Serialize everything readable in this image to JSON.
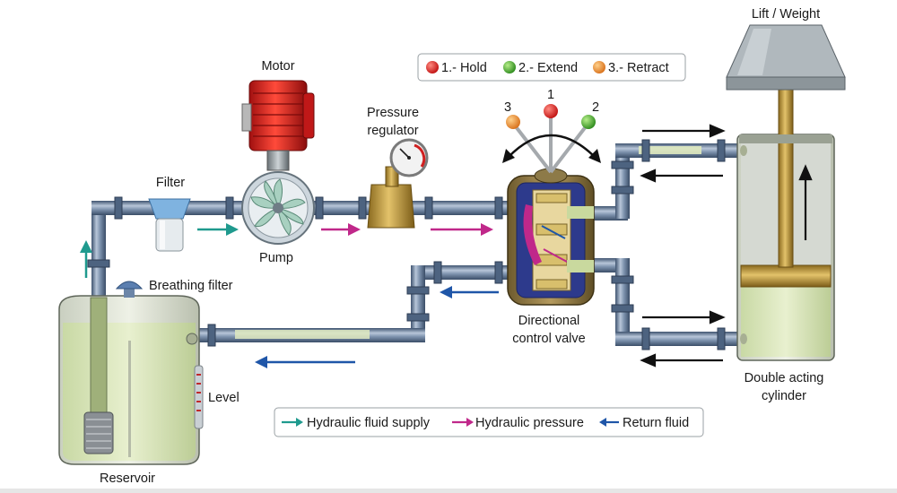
{
  "labels": {
    "motor": "Motor",
    "filter": "Filter",
    "pump": "Pump",
    "pressure_regulator_line1": "Pressure",
    "pressure_regulator_line2": "regulator",
    "breathing_filter": "Breathing filter",
    "level": "Level",
    "reservoir": "Reservoir",
    "dcv_line1": "Directional",
    "dcv_line2": "control valve",
    "lift_weight": "Lift / Weight",
    "cylinder_line1": "Double acting",
    "cylinder_line2": "cylinder"
  },
  "positions_legend": [
    {
      "text": "1.- Hold",
      "color": "#e02020"
    },
    {
      "text": "2.- Extend",
      "color": "#3aa02a"
    },
    {
      "text": "3.- Retract",
      "color": "#f08a20"
    }
  ],
  "lever_numbers": [
    "3",
    "1",
    "2"
  ],
  "flow_legend": [
    {
      "text": "Hydraulic fluid supply",
      "color": "#1f9a8e"
    },
    {
      "text": "Hydraulic pressure",
      "color": "#c0288a"
    },
    {
      "text": "Return fluid",
      "color": "#1f56a8"
    }
  ],
  "colors": {
    "pipe": "#5d7390",
    "pipe_light": "#a9b9cf",
    "fluid": "#dfeac0",
    "motor": "#e0231f",
    "brass": "#c39a3a",
    "supply_arrow": "#1f9a8e",
    "pressure_arrow": "#c0288a",
    "return_arrow": "#1f56a8"
  }
}
